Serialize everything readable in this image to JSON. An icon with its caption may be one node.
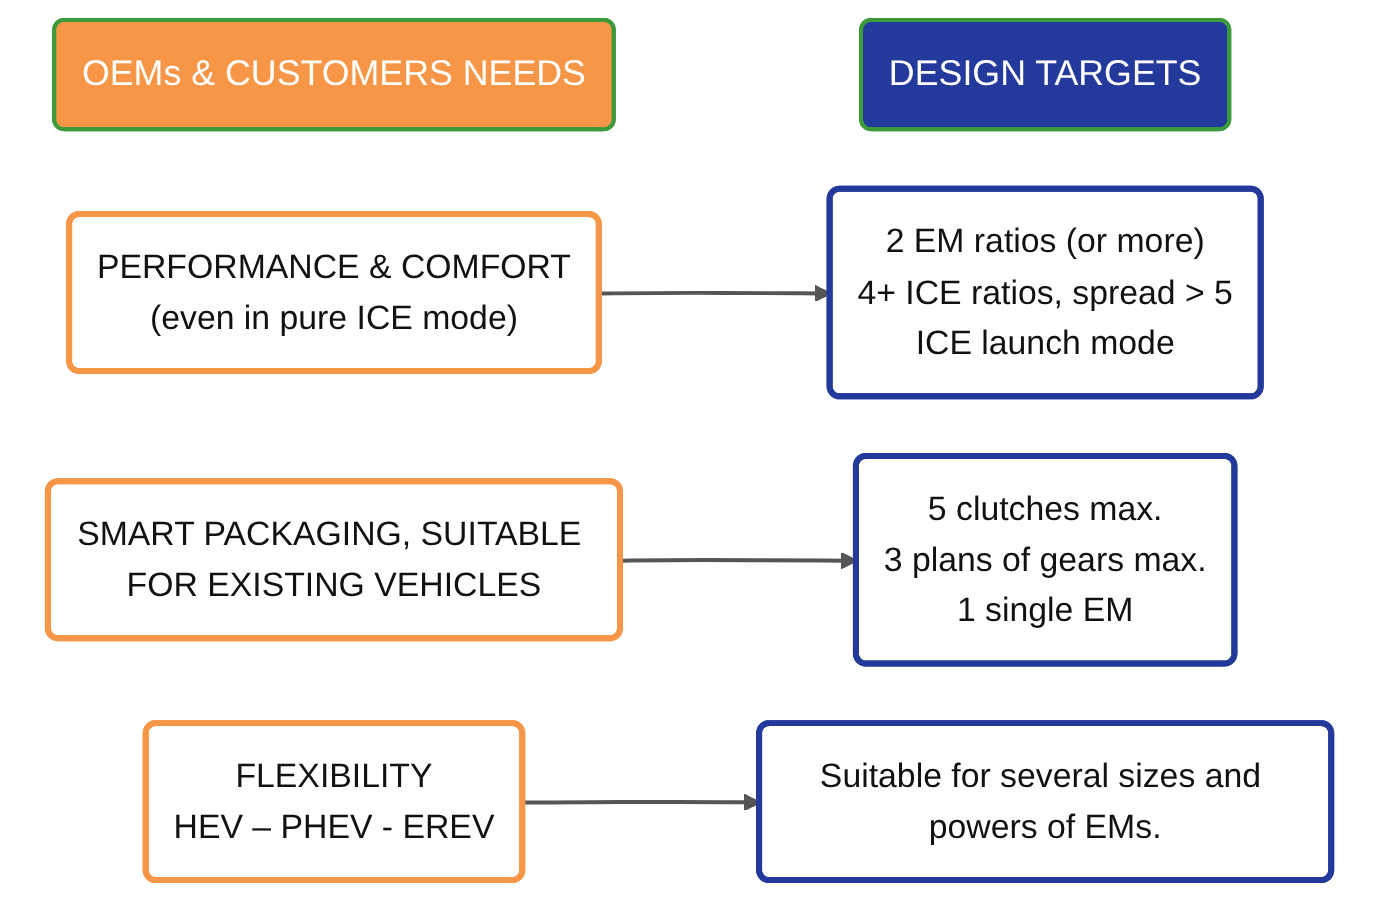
{
  "diagram": {
    "nodes": [
      {
        "text": [
          "OEMs & CUSTOMERS NEEDS"
        ]
      },
      {
        "text": [
          "DESIGN TARGETS"
        ]
      },
      {
        "text": [
          "PERFORMANCE & COMFORT",
          "(even in pure ICE mode)"
        ]
      },
      {
        "text": [
          "2 EM ratios (or more)",
          "4+ ICE ratios, spread > 5",
          "ICE launch mode"
        ]
      },
      {
        "text": [
          "SMART PACKAGING, SUITABLE FOR EXISTING VEHICLES"
        ]
      },
      {
        "text": [
          "5 clutches max.",
          "3 plans of gears max.",
          "1 single EM"
        ]
      },
      {
        "text": [
          "FLEXIBILITY",
          "HEV – PHEV - EREV"
        ]
      },
      {
        "text": [
          "Suitable for several sizes and powers of EMs."
        ]
      }
    ],
    "edges": [
      {
        "from": 2,
        "to": 3,
        "arrow": "to"
      },
      {
        "from": 4,
        "to": 5,
        "arrow": "to"
      },
      {
        "from": 6,
        "to": 7,
        "arrow": "to"
      }
    ]
  }
}
